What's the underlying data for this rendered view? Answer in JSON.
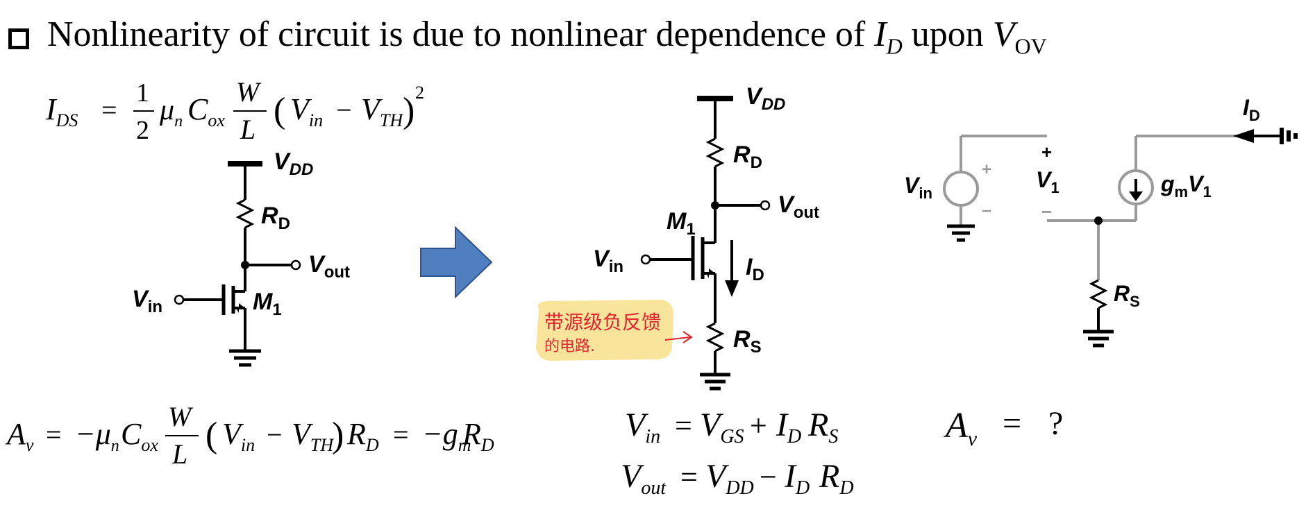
{
  "heading": {
    "prefix": "Nonlinearity of circuit is due to nonlinear dependence of ",
    "var1": "I",
    "var1_sub": "D",
    "middle": " upon ",
    "var2": "V",
    "var2_sub": "OV"
  },
  "eq_ids": {
    "lhs": "I",
    "lhs_sub": "DS",
    "eq": "=",
    "half_num": "1",
    "half_den": "2",
    "mu": "μ",
    "mu_sub": "n",
    "cox": "C",
    "cox_sub": "ox",
    "w": "W",
    "l": "L",
    "lp": "(",
    "vin": "V",
    "vin_sub": "in",
    "minus": "−",
    "vth": "V",
    "vth_sub": "TH",
    "rp": ")",
    "sq": "2"
  },
  "eq_av": {
    "lhs": "A",
    "lhs_sub": "v",
    "eq1": "=",
    "neg_mu": "−μ",
    "mu_sub": "n",
    "cox": "C",
    "cox_sub": "ox",
    "w": "W",
    "l": "L",
    "lp": "(",
    "vin": "V",
    "vin_sub": "in",
    "minus": "−",
    "vth": "V",
    "vth_sub": "TH",
    "rp": ")",
    "rd": "R",
    "rd_sub": "D",
    "eq2": "=",
    "gm": "−g",
    "gm_sub": "m",
    "rd2": "R",
    "rd2_sub": "D"
  },
  "eq_vin": {
    "lhs": "V",
    "lhs_sub": "in",
    "eq": "=",
    "vgs": "V",
    "vgs_sub": "GS",
    "plus": "+",
    "id": "I",
    "id_sub": "D",
    "rs": "R",
    "rs_sub": "S"
  },
  "eq_vout": {
    "lhs": "V",
    "lhs_sub": "out",
    "eq": "=",
    "vdd": "V",
    "vdd_sub": "DD",
    "minus": "−",
    "id": "I",
    "id_sub": "D",
    "rd": "R",
    "rd_sub": "D"
  },
  "eq_av_q": {
    "lhs": "A",
    "lhs_sub": "v",
    "eq": "=",
    "q": "?"
  },
  "circuit1": {
    "vdd": "V",
    "vdd_sub": "DD",
    "rd": "R",
    "rd_sub": "D",
    "vout": "V",
    "vout_sub": "out",
    "vin": "V",
    "vin_sub": "in",
    "m1": "M",
    "m1_sub": "1"
  },
  "circuit2": {
    "vdd": "V",
    "vdd_sub": "DD",
    "rd": "R",
    "rd_sub": "D",
    "m1": "M",
    "m1_sub": "1",
    "vout": "V",
    "vout_sub": "out",
    "vin": "V",
    "vin_sub": "in",
    "id": "I",
    "id_sub": "D",
    "rs": "R",
    "rs_sub": "S"
  },
  "note": {
    "line1": "带源级负反馈",
    "line2": "的电路.",
    "bg_color": "#f9e49c",
    "ink_color": "#e0262f"
  },
  "circuit3": {
    "id": "I",
    "id_sub": "D",
    "vin": "V",
    "vin_sub": "in",
    "plus_src": "+",
    "minus_src": "−",
    "plus_v1": "+",
    "minus_v1": "−",
    "v1": "V",
    "v1_sub": "1",
    "gm": "g",
    "gm_sub": "m",
    "gm_v": "V",
    "gm_v_sub": "1",
    "rs": "R",
    "rs_sub": "S"
  },
  "colors": {
    "arrow_fill": "#4f7fbf",
    "arrow_stroke": "#2f528f",
    "wire": "#000000",
    "wire_gray": "#9a9a9a"
  }
}
